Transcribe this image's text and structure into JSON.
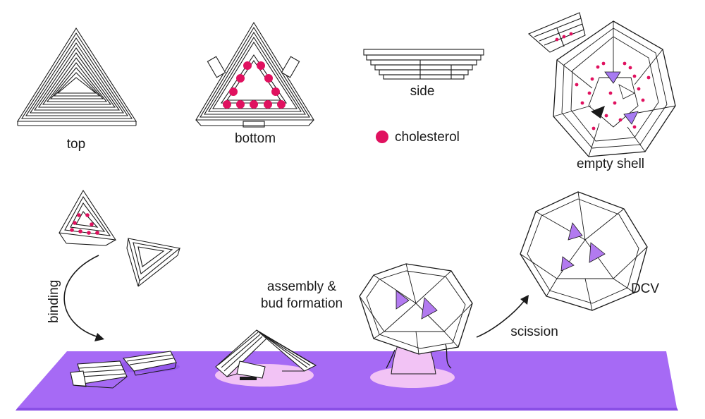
{
  "labels": {
    "top": "top",
    "bottom": "bottom",
    "side": "side",
    "cholesterol": "cholesterol",
    "empty_shell": "empty shell",
    "binding": "binding",
    "assembly_line1": "assembly &",
    "assembly_line2": "bud formation",
    "scission": "scission",
    "dcv": "DCV"
  },
  "colors": {
    "membrane": "#a66af5",
    "membrane_shadow": "#8a4fe6",
    "bud_glow": "#f2c3f5",
    "cholesterol": "#e0115f",
    "outline": "#1a1a1a",
    "shell_interior": "#a77bf2"
  }
}
